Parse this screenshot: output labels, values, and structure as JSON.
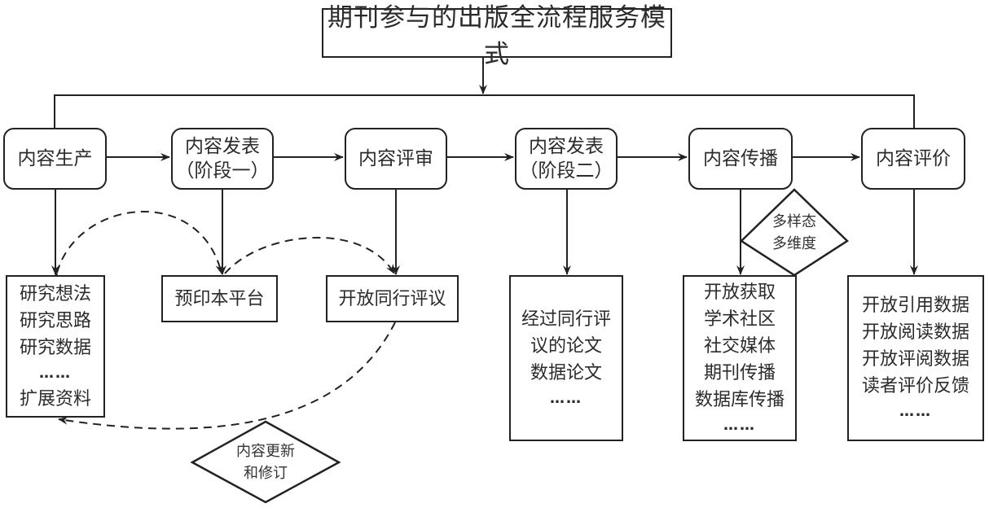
{
  "title": "期刊参与的出版全流程服务模式",
  "stages": [
    {
      "id": "production",
      "lines": [
        "内容生产"
      ]
    },
    {
      "id": "publish-1",
      "lines": [
        "内容发表",
        "（阶段一）"
      ]
    },
    {
      "id": "review",
      "lines": [
        "内容评审"
      ]
    },
    {
      "id": "publish-2",
      "lines": [
        "内容发表",
        "（阶段二）"
      ]
    },
    {
      "id": "dissemination",
      "lines": [
        "内容传播"
      ]
    },
    {
      "id": "evaluation",
      "lines": [
        "内容评价"
      ]
    }
  ],
  "details": {
    "production": {
      "lines": [
        "研究想法",
        "研究思路",
        "研究数据",
        "……",
        "扩展资料"
      ]
    },
    "preprint": {
      "lines": [
        "预印本平台"
      ]
    },
    "open_review": {
      "lines": [
        "开放同行评议"
      ]
    },
    "reviewed_papers": {
      "lines": [
        "经过同行评",
        "议的论文",
        "数据论文",
        "……"
      ]
    },
    "dissemination": {
      "lines": [
        "开放获取",
        "学术社区",
        "社交媒体",
        "期刊传播",
        "数据库传播",
        "……"
      ]
    },
    "evaluation": {
      "lines": [
        "开放引用数据",
        "开放阅读数据",
        "开放评阅数据",
        "读者评价反馈",
        "……"
      ]
    }
  },
  "decisions": {
    "multi_form": {
      "lines": [
        "多样态",
        "多维度"
      ]
    },
    "update_revise": {
      "lines": [
        "内容更新",
        "和修订"
      ]
    }
  },
  "colors": {
    "stroke": "#222222",
    "text": "#2b2b2b",
    "background": "#ffffff"
  }
}
